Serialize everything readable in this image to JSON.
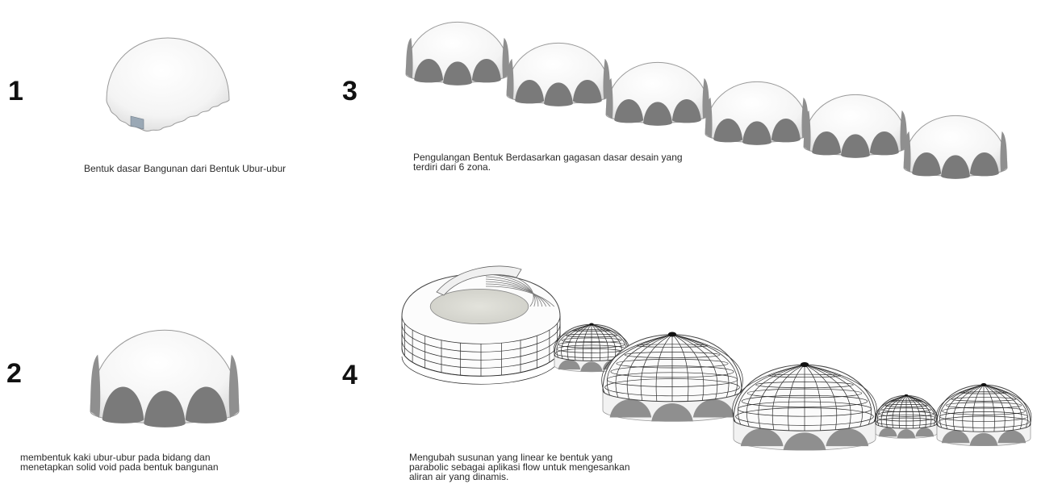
{
  "steps": [
    {
      "number": "1",
      "caption": [
        "Bentuk dasar Bangunan dari Bentuk Ubur-ubur"
      ]
    },
    {
      "number": "2",
      "caption": [
        "membentuk  kaki  ubur-ubur  pada  bidang      dan",
        "menetapkan solid void pada bentuk bangunan"
      ]
    },
    {
      "number": "3",
      "caption": [
        "Pengulangan  Bentuk  Berdasarkan  gagasan  dasar  desain  yang",
        "terdiri dari  6 zona."
      ]
    },
    {
      "number": "4",
      "caption": [
        "Mengubah  susunan  yang  linear  ke  bentuk  yang",
        "parabolic  sebagai  aplikasi  flow  untuk  mengesankan",
        "aliran air yang dinamis."
      ]
    }
  ],
  "colors": {
    "dome": "#f6f6f6",
    "dome_stroke": "#9a9a9a",
    "void": "#8f8f8f",
    "void_dark": "#7a7a7a",
    "grid": "#2b2b2b"
  },
  "icons": {
    "dome": "dome-shape",
    "grid_dome": "wireframe-dome"
  }
}
